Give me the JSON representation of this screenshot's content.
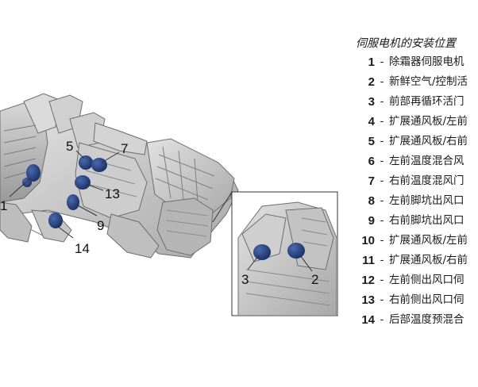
{
  "legend": {
    "title": "伺服电机的安装位置",
    "items": [
      {
        "num": "1",
        "sep": "-",
        "text": "除霜器伺服电机"
      },
      {
        "num": "2",
        "sep": "-",
        "text": "新鲜空气/控制活"
      },
      {
        "num": "3",
        "sep": "-",
        "text": "前部再循环活门"
      },
      {
        "num": "4",
        "sep": "-",
        "text": "扩展通风板/左前"
      },
      {
        "num": "5",
        "sep": "-",
        "text": "扩展通风板/右前"
      },
      {
        "num": "6",
        "sep": "-",
        "text": "左前温度混合风"
      },
      {
        "num": "7",
        "sep": "-",
        "text": "右前温度混风门"
      },
      {
        "num": "8",
        "sep": "-",
        "text": "左前脚坑出风口"
      },
      {
        "num": "9",
        "sep": "-",
        "text": "右前脚坑出风口"
      },
      {
        "num": "10",
        "sep": "-",
        "text": "扩展通风板/左前"
      },
      {
        "num": "11",
        "sep": "-",
        "text": "扩展通风板/右前"
      },
      {
        "num": "12",
        "sep": "-",
        "text": "左前侧出风口伺"
      },
      {
        "num": "13",
        "sep": "-",
        "text": "右前侧出风口伺"
      },
      {
        "num": "14",
        "sep": "-",
        "text": "后部温度预混合"
      }
    ]
  },
  "callouts": {
    "c1": "1",
    "c5": "5",
    "c7": "7",
    "c13": "13",
    "c9": "9",
    "c14": "14",
    "c3": "3",
    "c2": "2"
  },
  "colors": {
    "motor": "#1f3a78",
    "housing": "#c4c4c4",
    "housing_dark": "#8a8a8a",
    "outline": "#555555"
  }
}
